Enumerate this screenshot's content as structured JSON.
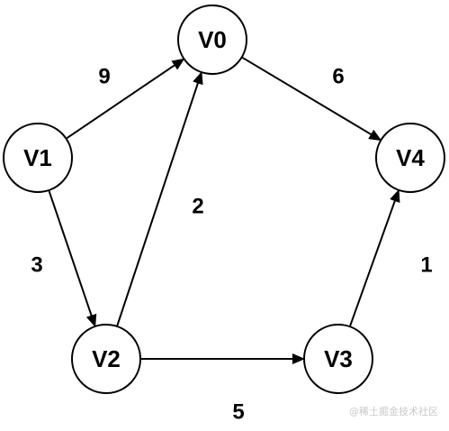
{
  "diagram": {
    "nodes": [
      {
        "id": "V0",
        "label": "V0"
      },
      {
        "id": "V1",
        "label": "V1"
      },
      {
        "id": "V2",
        "label": "V2"
      },
      {
        "id": "V3",
        "label": "V3"
      },
      {
        "id": "V4",
        "label": "V4"
      }
    ],
    "edges": [
      {
        "from": "V1",
        "to": "V0",
        "weight": "9"
      },
      {
        "from": "V0",
        "to": "V4",
        "weight": "6"
      },
      {
        "from": "V2",
        "to": "V0",
        "weight": "2"
      },
      {
        "from": "V1",
        "to": "V2",
        "weight": "3"
      },
      {
        "from": "V3",
        "to": "V4",
        "weight": "1"
      },
      {
        "from": "V2",
        "to": "V3",
        "weight": "5"
      }
    ]
  },
  "watermark": "@稀土掘金技术社区"
}
